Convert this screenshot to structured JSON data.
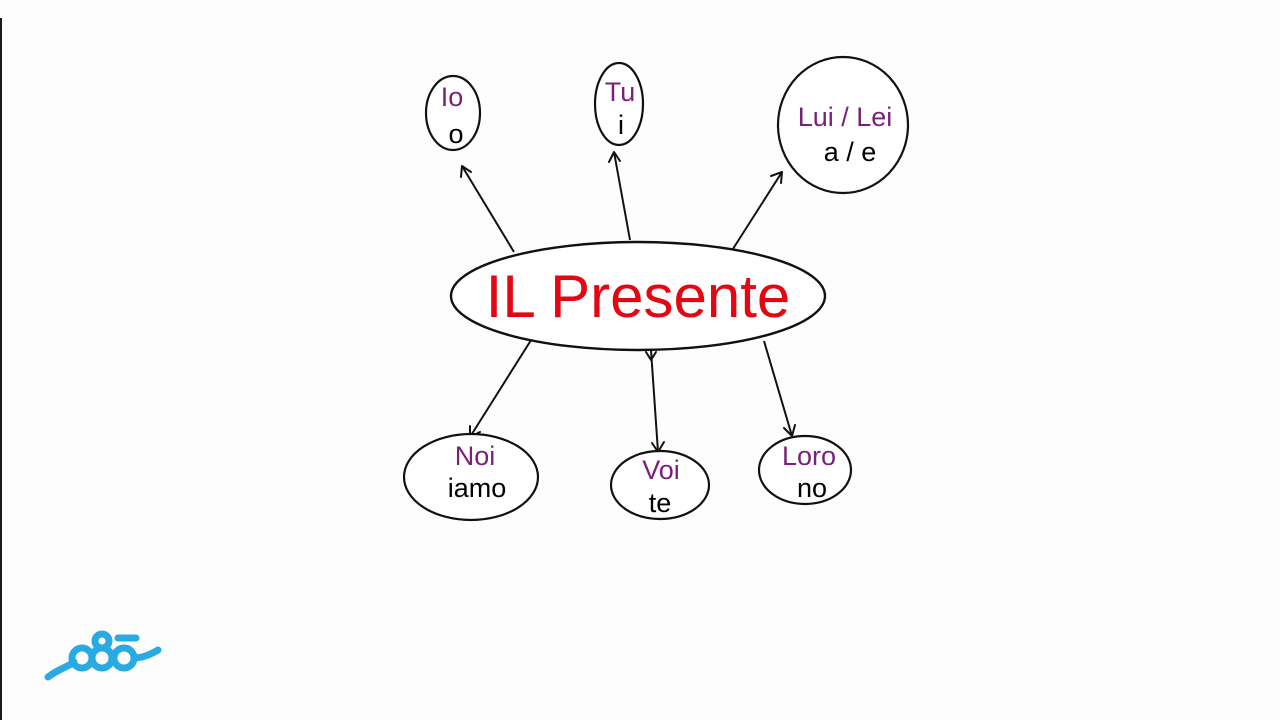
{
  "colors": {
    "title": "#e30613",
    "pronoun": "#7a1f7a",
    "ending": "#000000",
    "logo": "#29abe2"
  },
  "diagram": {
    "title": "IL Presente",
    "nodes": [
      {
        "id": "io",
        "pronoun": "Io",
        "ending": "o"
      },
      {
        "id": "tu",
        "pronoun": "Tu",
        "ending": "i"
      },
      {
        "id": "lui-lei",
        "pronoun": "Lui / Lei",
        "ending": "a / e"
      },
      {
        "id": "noi",
        "pronoun": "Noi",
        "ending": "iamo"
      },
      {
        "id": "voi",
        "pronoun": "Voi",
        "ending": "te"
      },
      {
        "id": "loro",
        "pronoun": "Loro",
        "ending": "no"
      }
    ]
  },
  "logo": {
    "icon": "nafham-logo-icon"
  }
}
